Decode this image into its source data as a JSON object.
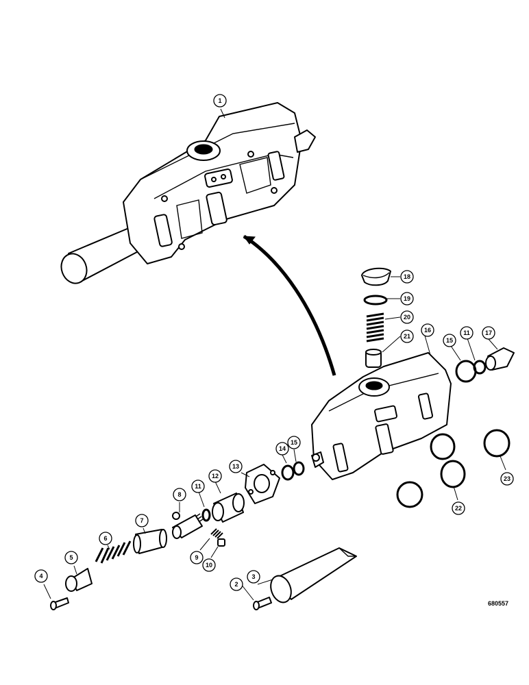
{
  "figure_code": "680557",
  "callouts": [
    {
      "id": "c1",
      "label": "1"
    },
    {
      "id": "c2",
      "label": "2"
    },
    {
      "id": "c3",
      "label": "3"
    },
    {
      "id": "c4",
      "label": "4"
    },
    {
      "id": "c5",
      "label": "5"
    },
    {
      "id": "c6",
      "label": "6"
    },
    {
      "id": "c7",
      "label": "7"
    },
    {
      "id": "c8",
      "label": "8"
    },
    {
      "id": "c9",
      "label": "9"
    },
    {
      "id": "c10",
      "label": "10"
    },
    {
      "id": "c11a",
      "label": "11"
    },
    {
      "id": "c11b",
      "label": "11"
    },
    {
      "id": "c12",
      "label": "12"
    },
    {
      "id": "c13",
      "label": "13"
    },
    {
      "id": "c14",
      "label": "14"
    },
    {
      "id": "c15a",
      "label": "15"
    },
    {
      "id": "c15b",
      "label": "15"
    },
    {
      "id": "c16",
      "label": "16"
    },
    {
      "id": "c17",
      "label": "17"
    },
    {
      "id": "c18",
      "label": "18"
    },
    {
      "id": "c19",
      "label": "19"
    },
    {
      "id": "c20",
      "label": "20"
    },
    {
      "id": "c21",
      "label": "21"
    },
    {
      "id": "c22",
      "label": "22"
    },
    {
      "id": "c23",
      "label": "23"
    }
  ]
}
